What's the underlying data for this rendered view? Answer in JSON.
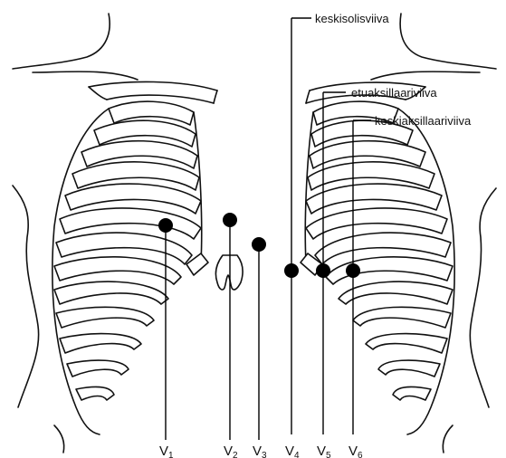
{
  "labels": {
    "midclavicular": "keskisolisviiva",
    "anterior_axillary": "etuaksillaariviiva",
    "mid_axillary": "keskiaksillaariviiva"
  },
  "electrodes": [
    {
      "letter": "V",
      "sub": "1"
    },
    {
      "letter": "V",
      "sub": "2"
    },
    {
      "letter": "V",
      "sub": "3"
    },
    {
      "letter": "V",
      "sub": "4"
    },
    {
      "letter": "V",
      "sub": "5"
    },
    {
      "letter": "V",
      "sub": "6"
    }
  ],
  "colors": {
    "ink": "#111111",
    "background": "#ffffff"
  }
}
